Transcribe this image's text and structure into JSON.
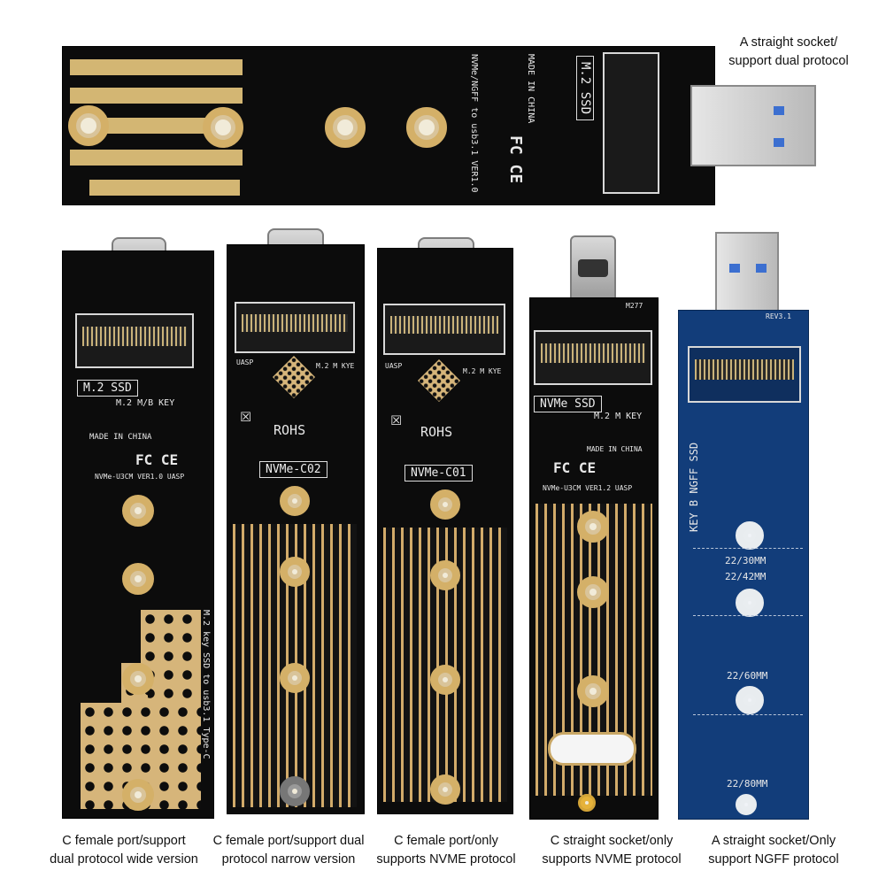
{
  "top_board": {
    "caption_lines": [
      "A straight socket/",
      "support dual protocol"
    ],
    "silkscreen": {
      "m2": "M.2 SSD",
      "made": "MADE IN CHINA",
      "model": "NVMe/NGFF to usb3.1 VER1.0",
      "fc": "FC CE"
    }
  },
  "boards": [
    {
      "caption_lines": [
        "C female port/support",
        "dual protocol wide version"
      ],
      "silkscreen": {
        "label": "M.2 SSD",
        "key": "M.2 M/B KEY",
        "made": "MADE IN CHINA",
        "fc": "FC CE",
        "model": "NVMe-U3CM VER1.0  UASP",
        "side": "M.2 key SSD to usb3.1 Type-C"
      }
    },
    {
      "caption_lines": [
        "C female port/support dual",
        "protocol narrow version"
      ],
      "silkscreen": {
        "rohs": "ROHS",
        "model": "NVMe-C02",
        "uasp": "UASP",
        "key": "M.2 M KYE"
      }
    },
    {
      "caption_lines": [
        "C female port/only",
        "supports NVME protocol"
      ],
      "silkscreen": {
        "rohs": "ROHS",
        "model": "NVMe-C01",
        "uasp": "UASP",
        "key": "M.2 M KYE"
      }
    },
    {
      "caption_lines": [
        "C straight socket/only",
        "supports NVME protocol"
      ],
      "silkscreen": {
        "label": "NVMe SSD",
        "key": "M.2 M KEY",
        "made": "MADE IN CHINA",
        "fc": "FC CE",
        "model": "NVMe-U3CM VER1.2  UASP",
        "part": "M277"
      }
    },
    {
      "caption_lines": [
        "A straight socket/Only",
        "support NGFF protocol"
      ],
      "silkscreen": {
        "side": "KEY B NGFF SSD",
        "size1": "22/30MM",
        "size2": "22/42MM",
        "size3": "22/60MM",
        "size4": "22/80MM",
        "rev": "REV3.1"
      }
    }
  ]
}
